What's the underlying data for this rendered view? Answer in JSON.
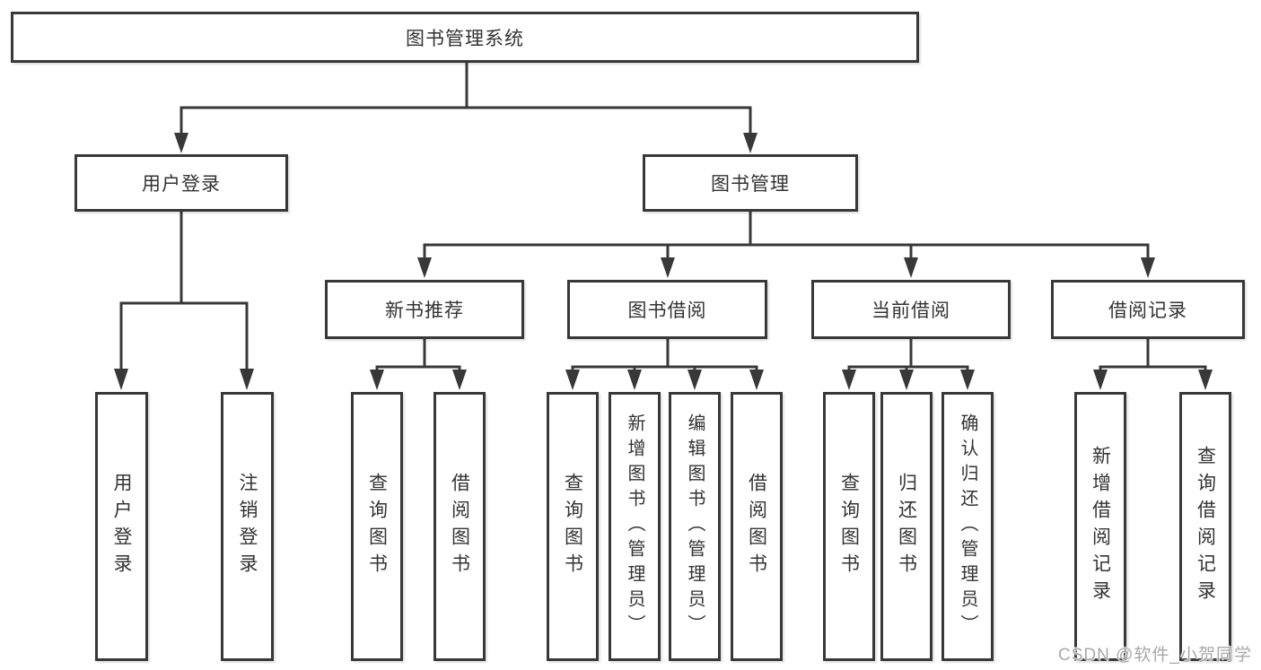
{
  "tree": {
    "root": {
      "label": "图书管理系统"
    },
    "branches": [
      {
        "label": "用户登录",
        "children": [
          {
            "label": "用户登录"
          },
          {
            "label": "注销登录"
          }
        ]
      },
      {
        "label": "图书管理",
        "children": [
          {
            "label": "新书推荐",
            "children": [
              {
                "label": "查询图书"
              },
              {
                "label": "借阅图书"
              }
            ]
          },
          {
            "label": "图书借阅",
            "children": [
              {
                "label": "查询图书"
              },
              {
                "label": "新增图书（管理员）"
              },
              {
                "label": "编辑图书（管理员）"
              },
              {
                "label": "借阅图书"
              }
            ]
          },
          {
            "label": "当前借阅",
            "children": [
              {
                "label": "查询图书"
              },
              {
                "label": "归还图书"
              },
              {
                "label": "确认归还（管理员）"
              }
            ]
          },
          {
            "label": "借阅记录",
            "children": [
              {
                "label": "新增借阅记录"
              },
              {
                "label": "查询借阅记录"
              }
            ]
          }
        ]
      }
    ]
  },
  "watermark": {
    "label": "CSDN @软件_小贺同学"
  },
  "colors": {
    "line": "#383838",
    "text": "#333333",
    "box_background": "#ffffff",
    "watermark": "#a8a8a8",
    "background": "#ffffff"
  }
}
